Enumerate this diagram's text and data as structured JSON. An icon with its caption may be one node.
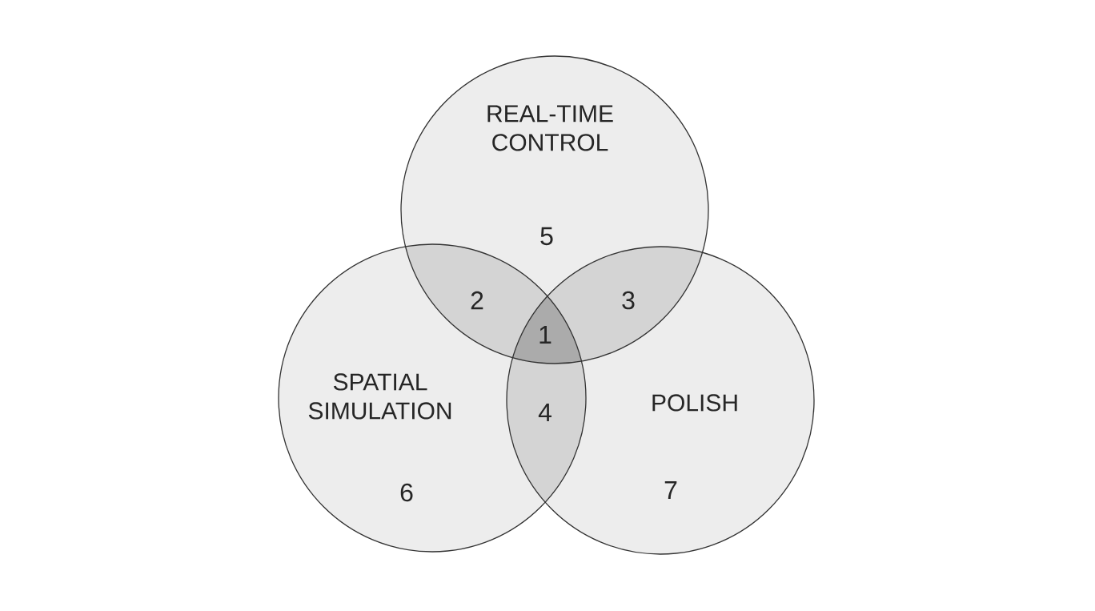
{
  "diagram": {
    "nodes": [
      {
        "text": [
          "REAL-TIME CONTROL"
        ]
      },
      {
        "text": [
          "SPATIAL SIMULATION"
        ]
      },
      {
        "text": [
          "POLISH"
        ]
      }
    ],
    "edges": [],
    "labels": [
      "5",
      "2",
      "3",
      "1",
      "4",
      "6",
      "7"
    ]
  }
}
